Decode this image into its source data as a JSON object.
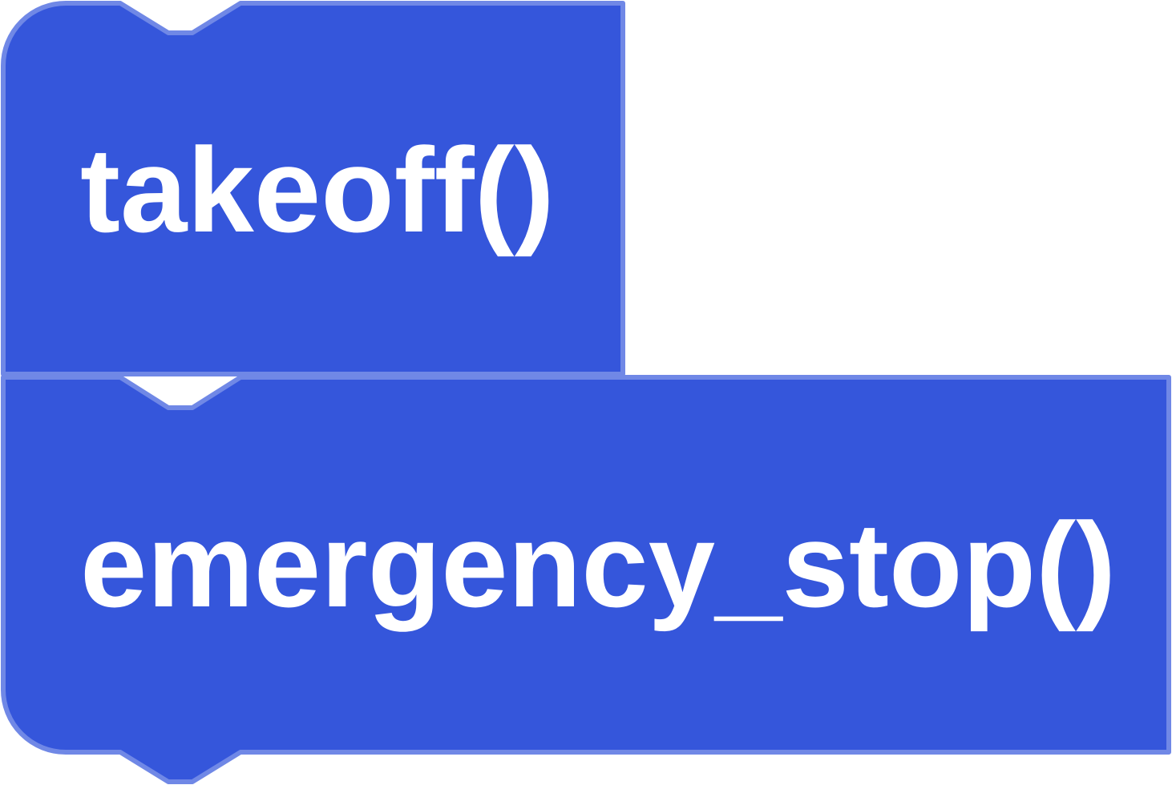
{
  "workspace": {
    "blocks": [
      {
        "label": "takeoff()",
        "kind": "statement"
      },
      {
        "label": "emergency_stop()",
        "kind": "statement"
      }
    ]
  },
  "colors": {
    "block_fill": "#3556DB",
    "block_stroke": "#7088E6",
    "text": "#FFFFFF",
    "background": "#FFFFFF"
  }
}
